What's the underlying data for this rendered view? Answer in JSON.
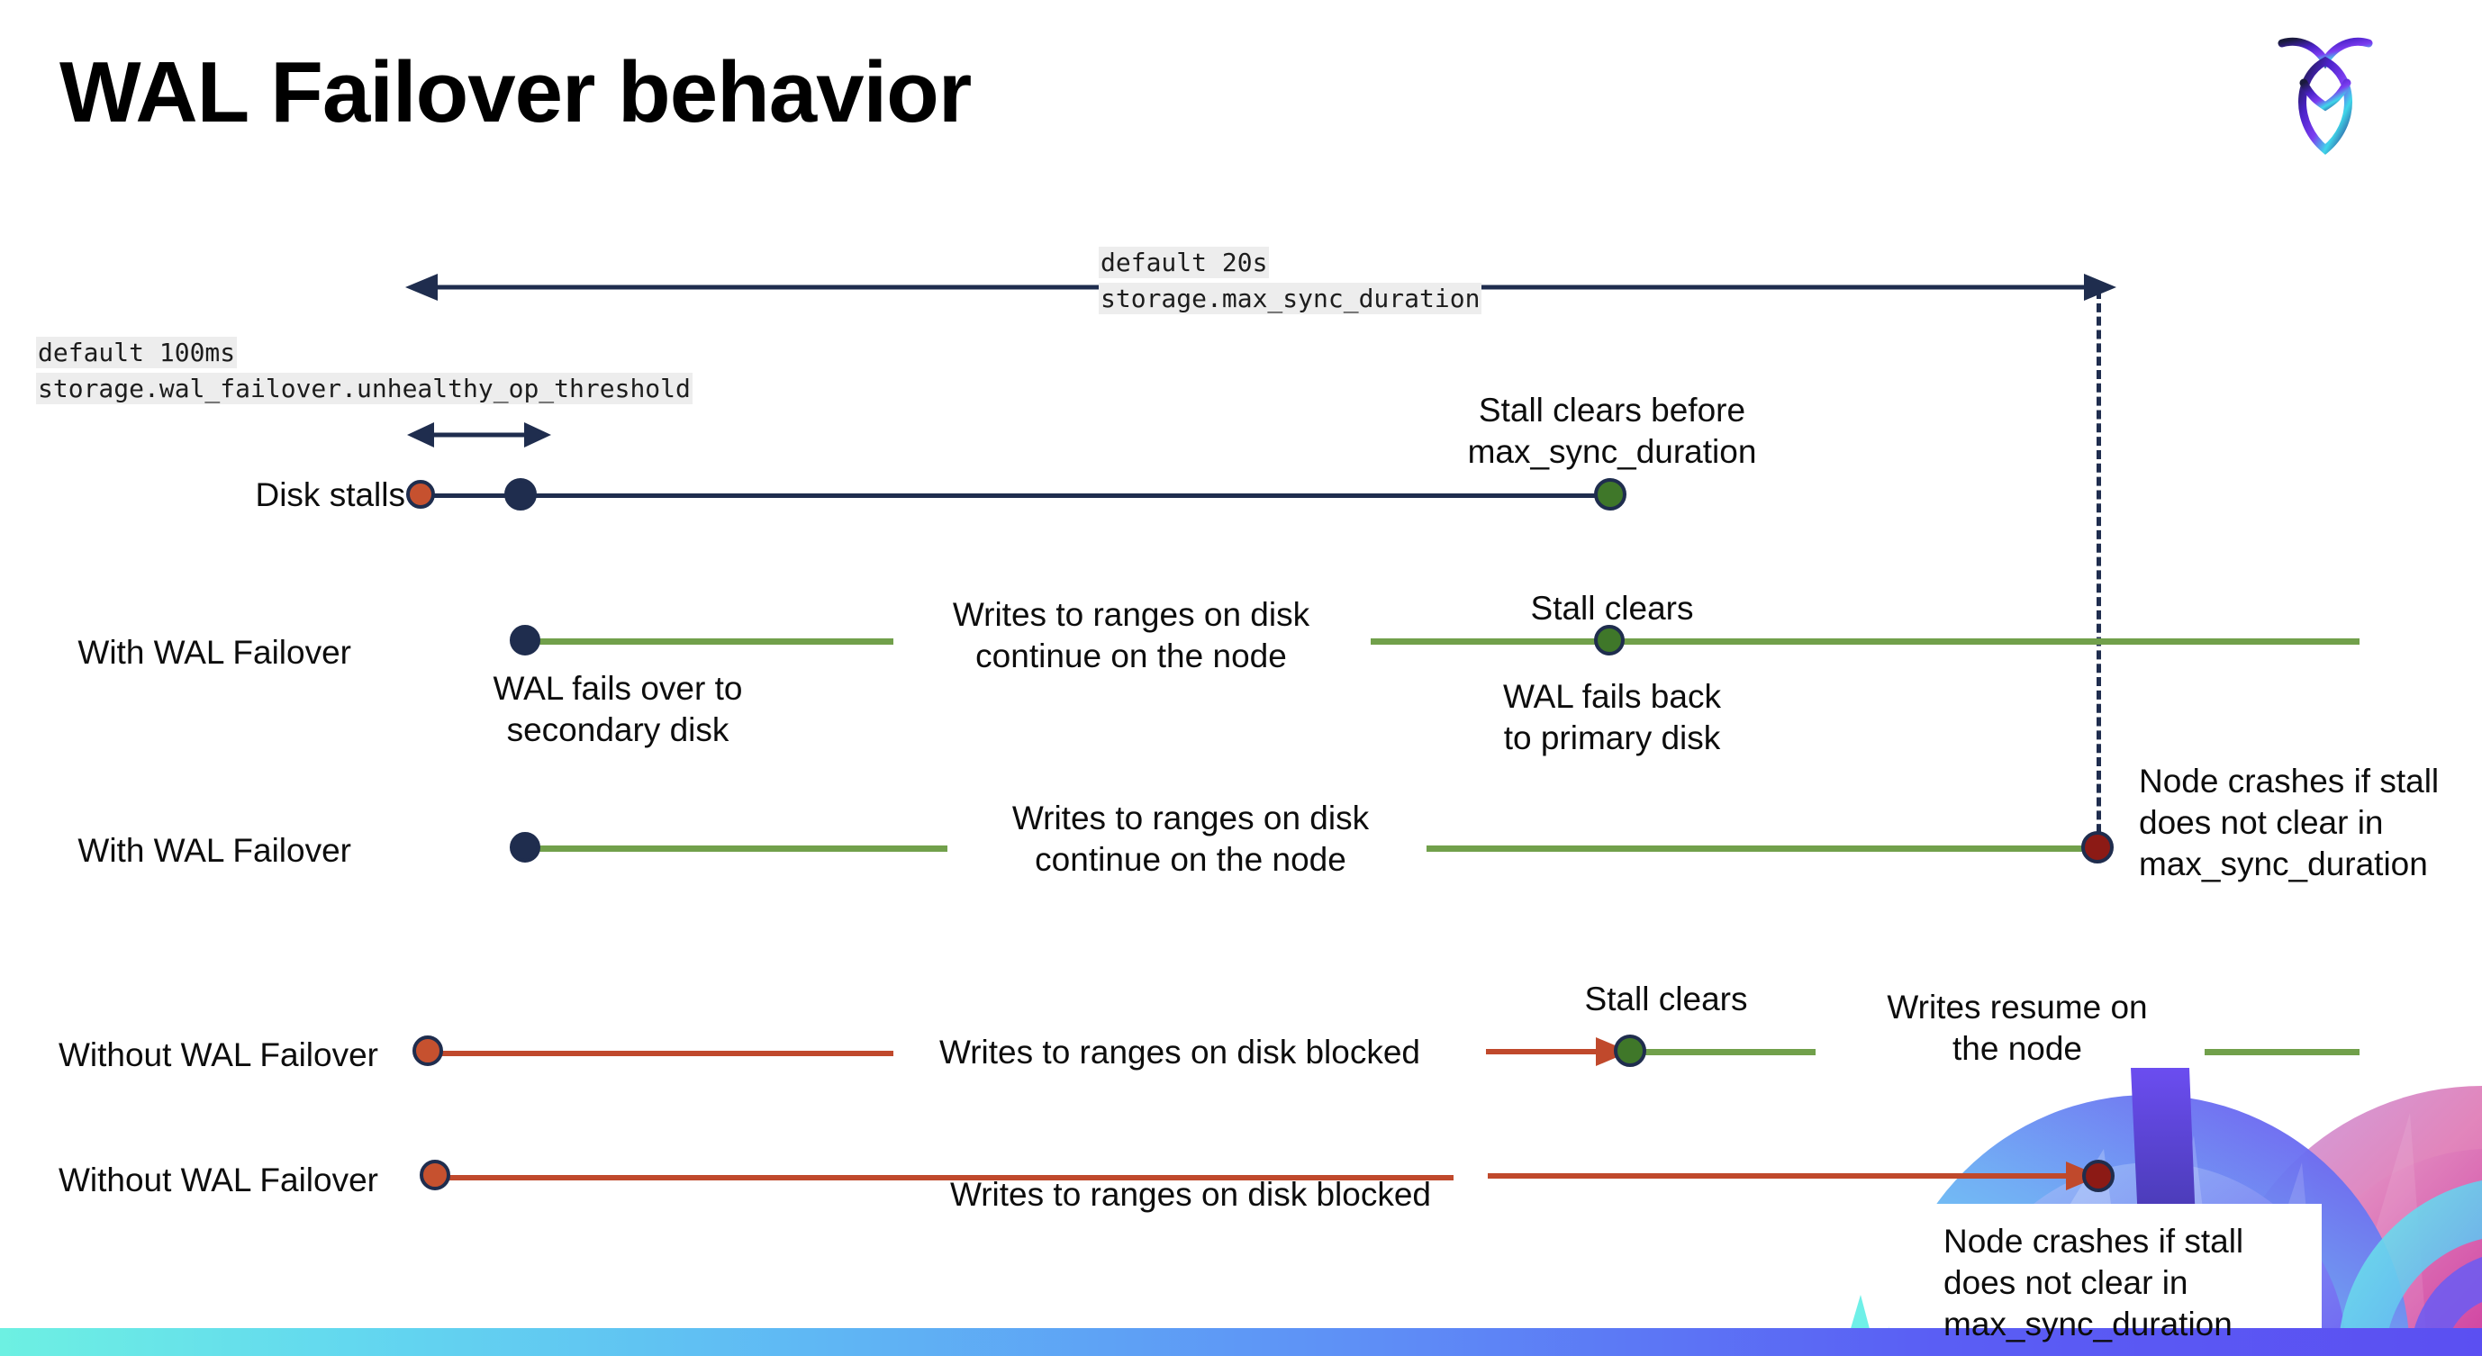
{
  "slide": {
    "title": "WAL Failover behavior",
    "logo_name": "cockroachdb-logo"
  },
  "annotations": {
    "max_sync": {
      "default": "default 20s",
      "setting": "storage.max_sync_duration"
    },
    "unhealthy_op": {
      "default": "default 100ms",
      "setting": "storage.wal_failover.unhealthy_op_threshold"
    }
  },
  "rows": [
    {
      "id": "disk-stalls",
      "label": "Disk stalls",
      "notes": [
        "Stall clears before\nmax_sync_duration"
      ]
    },
    {
      "id": "with-wal-failover-clears",
      "label": "With WAL Failover",
      "notes": [
        "Writes to ranges on disk\ncontinue on the node",
        "Stall clears",
        "WAL fails over to\nsecondary disk",
        "WAL fails  back\nto primary disk"
      ]
    },
    {
      "id": "with-wal-failover-crash",
      "label": "With WAL Failover",
      "notes": [
        "Writes to ranges on disk\ncontinue on the node",
        "Node crashes if stall\ndoes not clear in\nmax_sync_duration"
      ]
    },
    {
      "id": "without-wal-failover-clears",
      "label": "Without WAL Failover",
      "notes": [
        "Writes to ranges on disk  blocked",
        "Stall clears",
        "Writes resume on\nthe node"
      ]
    },
    {
      "id": "without-wal-failover-crash",
      "label": "Without WAL Failover",
      "notes": [
        "Writes to ranges on disk  blocked",
        "Node crashes if stall\ndoes not clear in\nmax_sync_duration"
      ]
    }
  ],
  "colors": {
    "navy": "#1f2d4e",
    "orange": "#c6512f",
    "green_dot": "#3f7729",
    "green_line": "#71a04b",
    "red_line": "#c0492c",
    "dark_red": "#8c1a15",
    "code_bg": "#ededed"
  }
}
